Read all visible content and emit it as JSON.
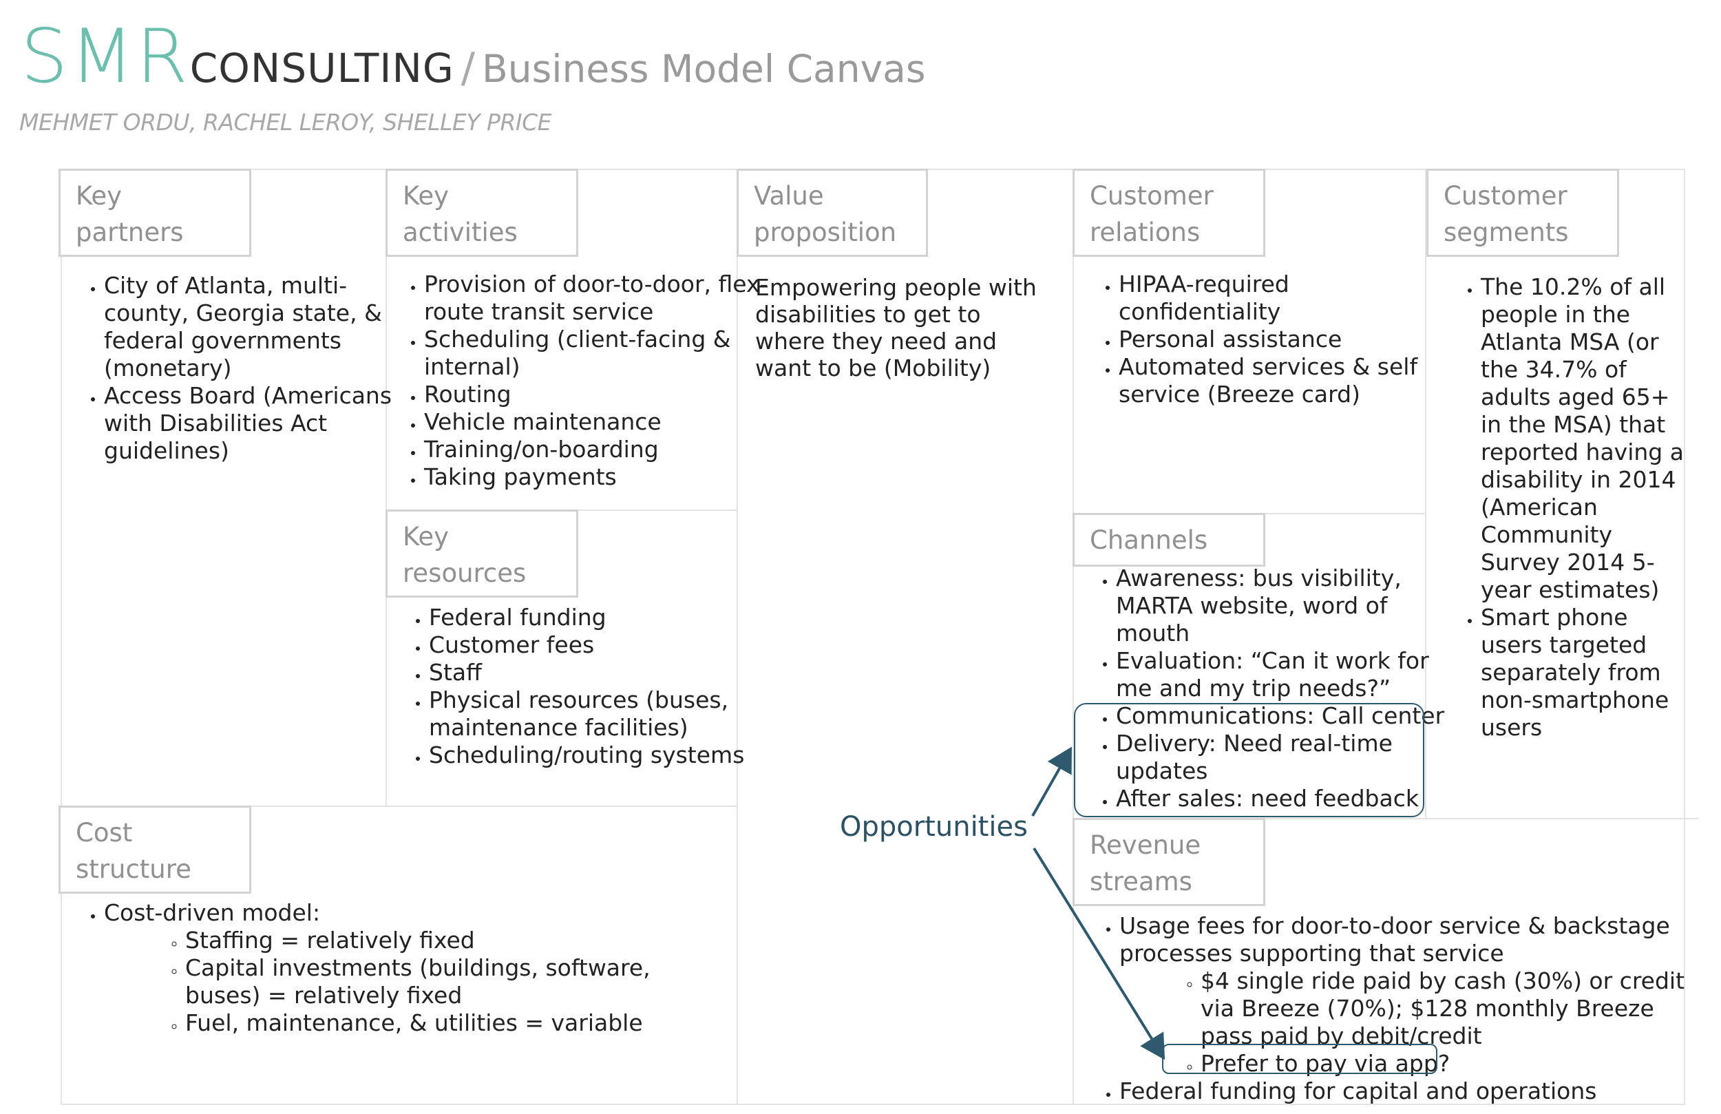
{
  "brand": {
    "logo_smr": "SMR",
    "logo_consulting": "CONSULTING",
    "separator": "/",
    "subtitle": "Business Model Canvas",
    "authors": "MEHMET ORDU, RACHEL LEROY, SHELLEY PRICE"
  },
  "colors": {
    "brand_teal": "#6bbfac",
    "highlight": "#2f5a6e",
    "header_border": "#d2d2d2"
  },
  "key_partners": {
    "header": [
      "Key",
      "partners"
    ],
    "items": [
      "City of Atlanta, multi-county, Georgia state, & federal governments (monetary)",
      "Access Board (Americans with Disabilities Act guidelines)"
    ]
  },
  "key_activities": {
    "header": [
      "Key",
      "activities"
    ],
    "items": [
      "Provision of door-to-door, flex-route transit service",
      "Scheduling (client-facing & internal)",
      "Routing",
      "Vehicle maintenance",
      "Training/on-boarding",
      "Taking payments"
    ]
  },
  "key_resources": {
    "header": [
      "Key",
      "resources"
    ],
    "items": [
      "Federal funding",
      "Customer fees",
      "Staff",
      "Physical resources (buses, maintenance facilities)",
      "Scheduling/routing systems"
    ]
  },
  "value_proposition": {
    "header": [
      "Value",
      "proposition"
    ],
    "text": "Empowering people with disabilities to get to where they need and want to be (Mobility)"
  },
  "customer_relations": {
    "header": [
      "Customer",
      "relations"
    ],
    "items": [
      "HIPAA-required confidentiality",
      "Personal assistance",
      "Automated services & self service (Breeze card)"
    ]
  },
  "channels": {
    "header": "Channels",
    "items": [
      "Awareness: bus visibility, MARTA website, word of mouth",
      "Evaluation: “Can it work for me and my trip needs?”",
      "Communications: Call center",
      "Delivery: Need real-time updates",
      "After sales: need feedback"
    ]
  },
  "customer_segments": {
    "header": [
      "Customer",
      "segments"
    ],
    "items": [
      "The 10.2% of all people in the Atlanta MSA (or the 34.7% of adults aged 65+ in the MSA) that reported having a disability in 2014 (American Community Survey 2014 5-year estimates)",
      "Smart phone users targeted separately from non-smartphone users"
    ]
  },
  "cost_structure": {
    "header": [
      "Cost",
      "structure"
    ],
    "item": "Cost-driven model:",
    "subitems": [
      "Staffing = relatively fixed",
      "Capital investments (buildings, software, buses) = relatively fixed",
      "Fuel,  maintenance, & utilities = variable"
    ]
  },
  "revenue_streams": {
    "header": [
      "Revenue",
      "streams"
    ],
    "item1": "Usage fees for door-to-door service & backstage processes supporting that service",
    "subitems": [
      "$4 single ride paid by cash (30%) or credit via Breeze (70%); $128 monthly Breeze pass paid by debit/credit",
      "Prefer to pay via app?"
    ],
    "item2": "Federal funding for capital and operations"
  },
  "annotation": {
    "label": "Opportunities"
  }
}
